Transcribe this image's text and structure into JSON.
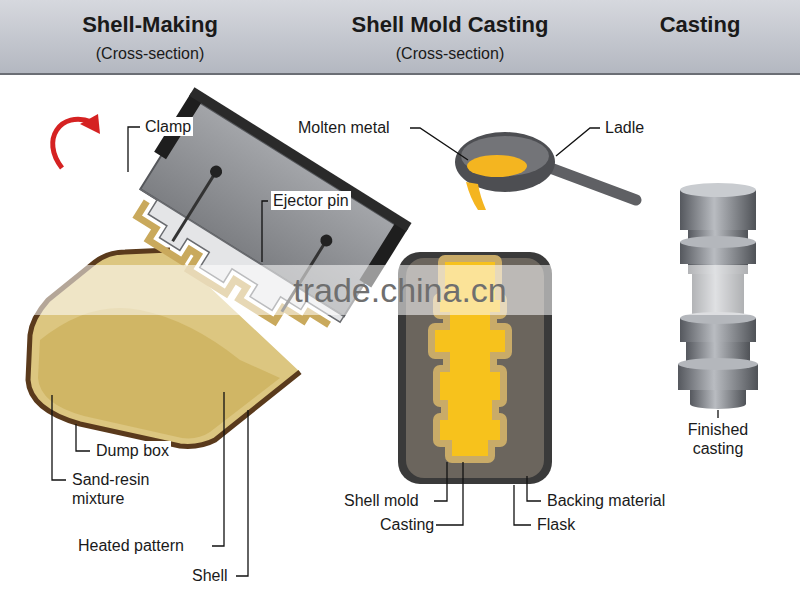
{
  "diagram": {
    "labels": [
      "Shell-Making",
      "(Cross-section)",
      "Shell Mold Casting",
      "(Cross-section)",
      "Casting",
      "Clamp",
      "Molten metal",
      "Ladle",
      "Ejector pin",
      "trade.china.cn",
      "Finished casting",
      "Dump box",
      "Sand-resin mixture",
      "Heated pattern",
      "Shell",
      "Shell mold",
      "Casting",
      "Backing material",
      "Flask"
    ]
  }
}
